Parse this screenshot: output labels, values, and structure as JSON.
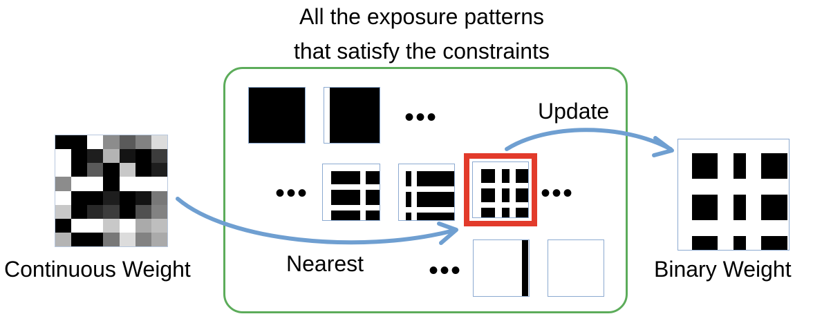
{
  "title": {
    "line1": "All the exposure patterns",
    "line2": "that satisfy the constraints"
  },
  "labels": {
    "continuous": "Continuous Weight",
    "binary": "Binary Weight",
    "nearest": "Nearest",
    "update": "Update",
    "ellipsis": "•••"
  },
  "colors": {
    "frame_green": "#5cac5a",
    "highlight_red": "#e23b2b",
    "arrow_blue": "#6f9fd1",
    "pattern_border": "#8ba9d0"
  },
  "continuous_weight_grays": [
    [
      0,
      0,
      255,
      140,
      90,
      130,
      220
    ],
    [
      255,
      0,
      30,
      180,
      20,
      0,
      60
    ],
    [
      255,
      0,
      90,
      0,
      200,
      0,
      30
    ],
    [
      140,
      255,
      255,
      0,
      255,
      255,
      255
    ],
    [
      255,
      0,
      0,
      30,
      0,
      20,
      120
    ],
    [
      200,
      0,
      40,
      60,
      0,
      80,
      130
    ],
    [
      0,
      255,
      255,
      200,
      255,
      170,
      190
    ],
    [
      180,
      0,
      0,
      120,
      220,
      130,
      170
    ]
  ]
}
